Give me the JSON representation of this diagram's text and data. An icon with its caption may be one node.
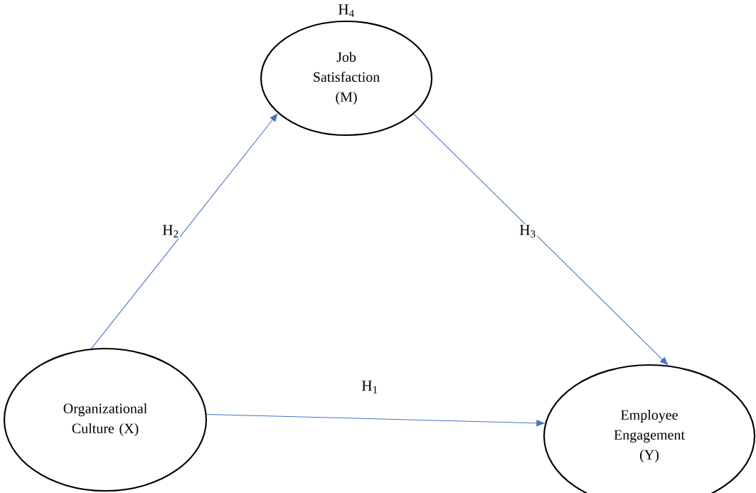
{
  "diagram": {
    "nodes": [
      {
        "text": [
          "Job Satisfaction (M)"
        ]
      },
      {
        "text": [
          "Organizational Culture (X)"
        ]
      },
      {
        "text": [
          "Employee Engagement (Y)"
        ]
      }
    ],
    "edges": [
      {
        "from": 1,
        "to": 0,
        "arrow": "to",
        "label": "H$_{2}$"
      },
      {
        "from": 0,
        "to": 2,
        "arrow": "to",
        "label": "H$_{3}$"
      },
      {
        "from": 1,
        "to": 2,
        "arrow": "to",
        "label": "H$_{1}$"
      }
    ],
    "labels": [
      "H$_{4}$"
    ]
  }
}
